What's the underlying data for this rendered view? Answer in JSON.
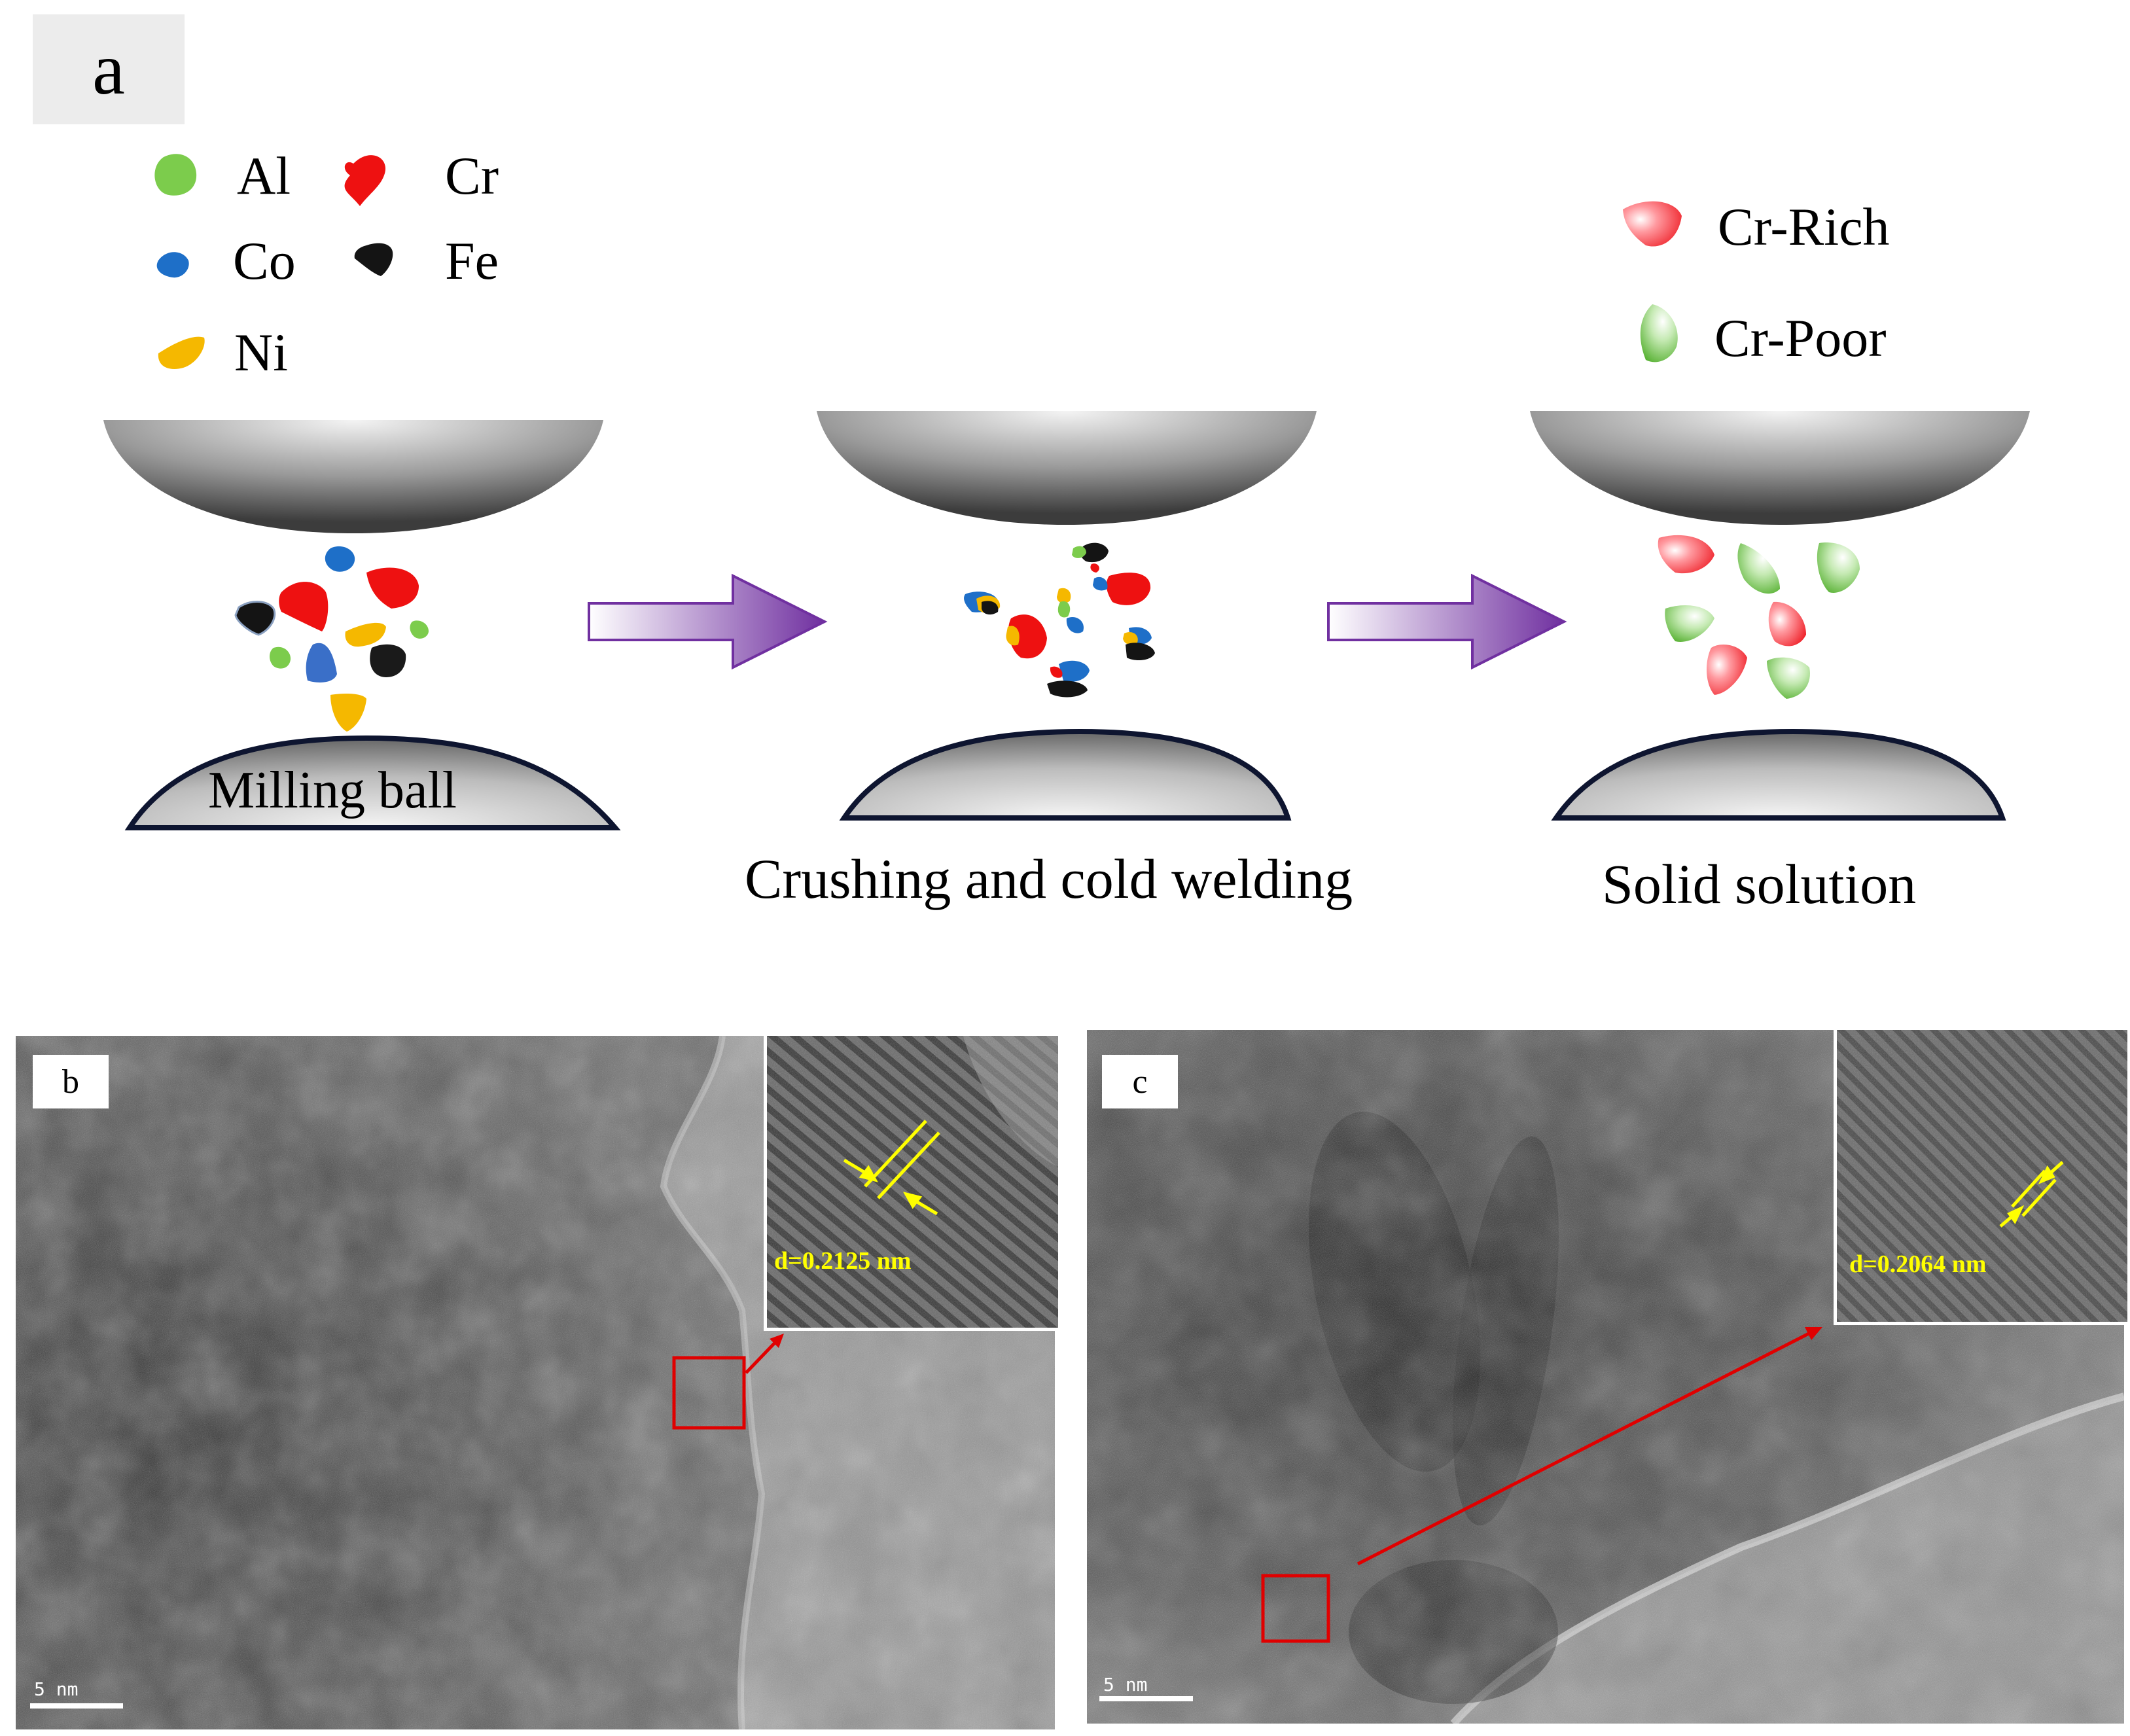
{
  "panel_a": {
    "tag": "a",
    "legend_elements": [
      {
        "label": "Al",
        "color": "#7ccc4c"
      },
      {
        "label": "Cr",
        "color": "#ee1111"
      },
      {
        "label": "Co",
        "color": "#1e6fc8"
      },
      {
        "label": "Fe",
        "color": "#141414"
      },
      {
        "label": "Ni",
        "color": "#f5b800"
      }
    ],
    "legend_phases": [
      {
        "label": "Cr-Rich",
        "color": "#ee1c24"
      },
      {
        "label": "Cr-Poor",
        "color": "#6cc04a"
      }
    ],
    "stage1_label": "Milling ball",
    "stage2_label": "Crushing and cold welding",
    "stage3_label": "Solid solution"
  },
  "panel_b": {
    "tag": "b",
    "scale": "5 nm",
    "d_spacing": "d=0.2125 nm"
  },
  "panel_c": {
    "tag": "c",
    "scale": "5 nm",
    "d_spacing": "d=0.2064 nm"
  },
  "colors": {
    "arrow": "#7030a0",
    "box": "#e00000",
    "measure": "#ffff00"
  }
}
